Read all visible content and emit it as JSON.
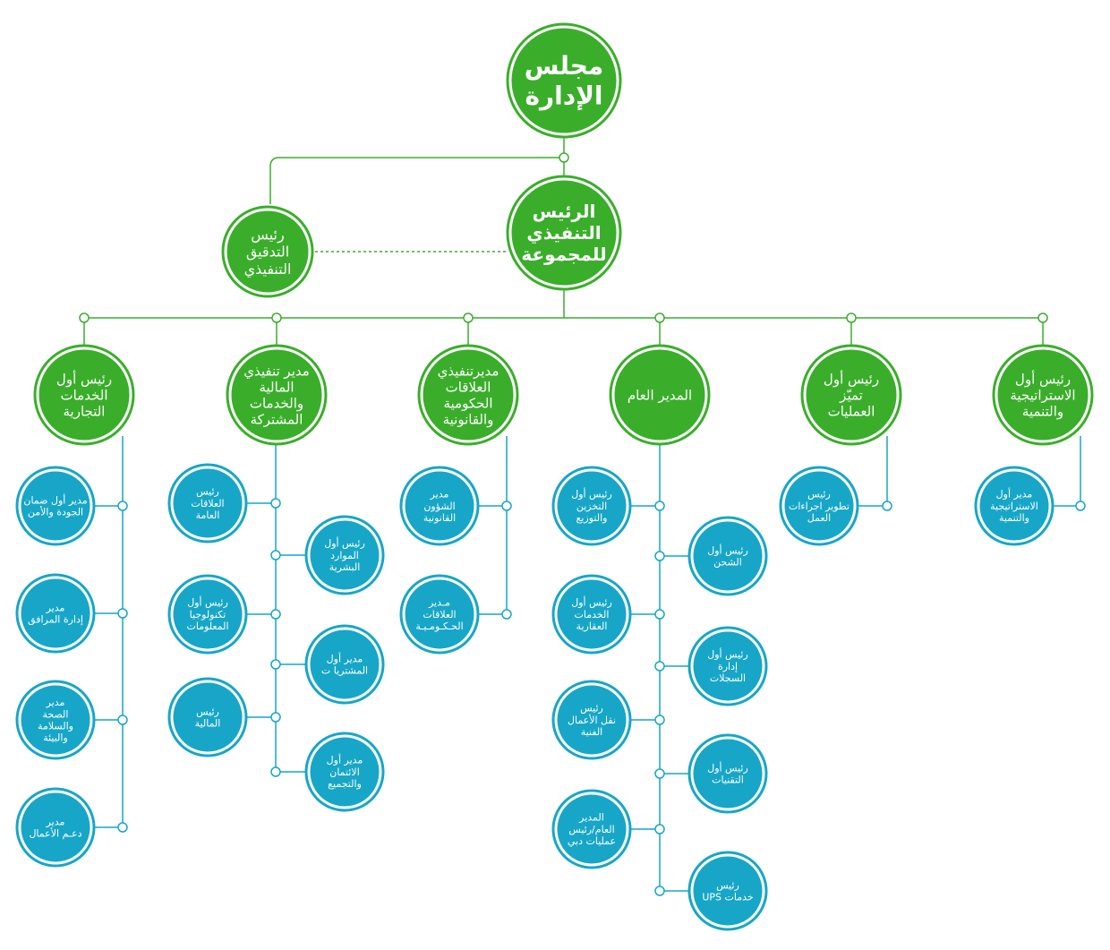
{
  "colors": {
    "green": "#3aae2a",
    "green_ring": "#3aae2a",
    "blue": "#17a6c8",
    "blue_ring": "#17a6c8",
    "line_green": "#3aae2a",
    "line_blue": "#17a6c8",
    "white": "#ffffff"
  },
  "board": {
    "label": [
      "مجلس",
      "الإدارة"
    ]
  },
  "ceo": {
    "label": [
      "الرئيس",
      "التنفيذي",
      "للمجموعة"
    ]
  },
  "audit": {
    "label": [
      "رئيس",
      "التدقيق",
      "التنفيذي"
    ]
  },
  "level2": [
    {
      "label": [
        "رئيس أول",
        "الاستراتيجية",
        "والتنمية"
      ]
    },
    {
      "label": [
        "رئيس أول",
        "تميّز",
        "العمليات"
      ]
    },
    {
      "label": [
        "المدير العام"
      ]
    },
    {
      "label": [
        "مديرتنفيذي",
        "العلاقات",
        "الحكومية",
        "والقانونية"
      ]
    },
    {
      "label": [
        "مدير تنفيذي",
        "المالية",
        "والخدمات",
        "المشتركة"
      ]
    },
    {
      "label": [
        "رئيس أول",
        "الخدمات",
        "التجارية"
      ]
    }
  ],
  "col_strategy": [
    {
      "label": [
        "مدير أول",
        "الاستراتيجية",
        "والتنمية"
      ]
    }
  ],
  "col_operations": [
    {
      "label": [
        "رئيس",
        "تطوير اجراءات",
        "العمل"
      ]
    }
  ],
  "col_gm": [
    {
      "label": [
        "رئيس أول",
        "التخزين",
        "والتوزيع"
      ]
    },
    {
      "label": [
        "رئيس أول",
        "الشحن"
      ]
    },
    {
      "label": [
        "رئيس أول",
        "الخدمات",
        "العقارية"
      ]
    },
    {
      "label": [
        "رئيس أول",
        "إدارة",
        "السجلات"
      ]
    },
    {
      "label": [
        "رئيس",
        "نقل الأعمال",
        "الفنية"
      ]
    },
    {
      "label": [
        "رئيس أول",
        "التقنيات"
      ]
    },
    {
      "label": [
        "المدير",
        "العام/رئيس",
        "عمليات دبي"
      ]
    },
    {
      "label": [
        "رئيس",
        "خدمات UPS"
      ]
    }
  ],
  "col_gov": [
    {
      "label": [
        "مدير",
        "الشؤون",
        "القانونية"
      ]
    },
    {
      "label": [
        "مـدير",
        "العلاقات",
        "الحـكـومـيـة"
      ]
    }
  ],
  "col_finance": [
    {
      "label": [
        "رئيس",
        "العلاقات",
        "العامة"
      ]
    },
    {
      "label": [
        "رئيس أول",
        "الموارد",
        "البشرية"
      ]
    },
    {
      "label": [
        "رئيس أول",
        "تكنولوجيا",
        "المعلومات"
      ]
    },
    {
      "label": [
        "مدير أول",
        "المشتريا ت"
      ]
    },
    {
      "label": [
        "رئيس",
        "المالية"
      ]
    },
    {
      "label": [
        "مدير أول",
        "الائتمان",
        "والتجميع"
      ]
    }
  ],
  "col_commercial": [
    {
      "label": [
        "مدير أول ضمان",
        "الجودة والأمن"
      ]
    },
    {
      "label": [
        "مدير",
        "إدارة المرافق"
      ]
    },
    {
      "label": [
        "مدير",
        "الصحة",
        "والسلامة",
        "والبيئة"
      ]
    },
    {
      "label": [
        "مدير",
        "دعـم الأعمال"
      ]
    }
  ]
}
